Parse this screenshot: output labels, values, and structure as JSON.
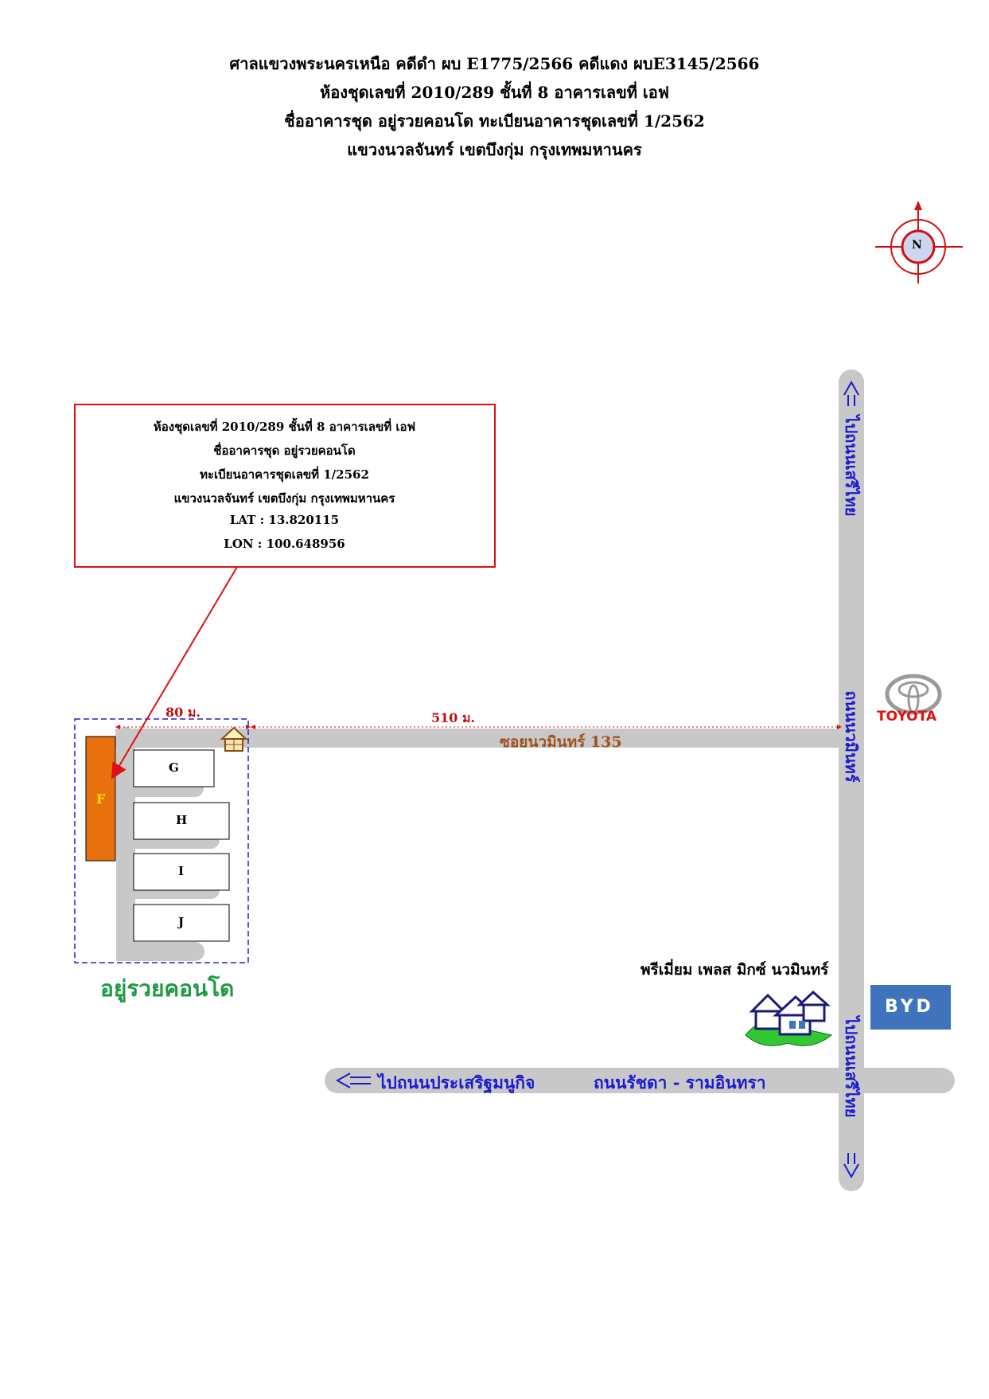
{
  "header": {
    "line1": "ศาลแขวงพระนครเหนือ คดีดำ ผบ E1775/2566 คดีแดง ผบE3145/2566",
    "line2": "ห้องชุดเลขที่ 2010/289 ชั้นที่ 8 อาคารเลขที่ เอฟ",
    "line3": "ชื่ออาคารชุด อยู่รวยคอนโด ทะเบียนอาคารชุดเลขที่ 1/2562",
    "line4": "แขวงนวลจันทร์ เขตบึงกุ่ม กรุงเทพมหานคร"
  },
  "compass": {
    "label": "N"
  },
  "info_box": {
    "line1": "ห้องชุดเลขที่ 2010/289 ชั้นที่ 8 อาคารเลขที่ เอฟ",
    "line2": "ชื่ออาคารชุด อยู่รวยคอนโด",
    "line3": "ทะเบียนอาคารชุดเลขที่ 1/2562",
    "line4": "แขวงนวลจันทร์ เขตบึงกุ่ม กรุงเทพมหานคร",
    "lat": "LAT : 13.820115",
    "lon": "LON : 100.648956"
  },
  "distances": {
    "short": "80 ม.",
    "long": "510 ม."
  },
  "roads": {
    "soi": "ซอยนวมินทร์ 135",
    "main_upper": "ถนนนวมินทร์",
    "to_north": "ไปถนนเสรีไทย",
    "to_south": "ไปถนนเสรีไทย",
    "to_west": "ไปถนนประเสริฐมนูกิจ",
    "ratchada": "ถนนรัชดา - รามอินทรา"
  },
  "buildings": {
    "f": "F",
    "g": "G",
    "h": "H",
    "i": "I",
    "j": "J"
  },
  "condo_name": "อยู่รวยคอนโด",
  "landmarks": {
    "toyota": "TOYOTA",
    "byd": "BYD",
    "village": "พรีเมี่ยม เพลส มิกซ์ นวมินทร์"
  },
  "colors": {
    "road": "#c8c8c8",
    "highlight_building": "#e8700e",
    "red": "#e01010",
    "blue_text": "#1a1ad0",
    "soi_text": "#a0521e",
    "condo_text": "#1e9a45",
    "dashed_boundary": "#2020d0"
  }
}
